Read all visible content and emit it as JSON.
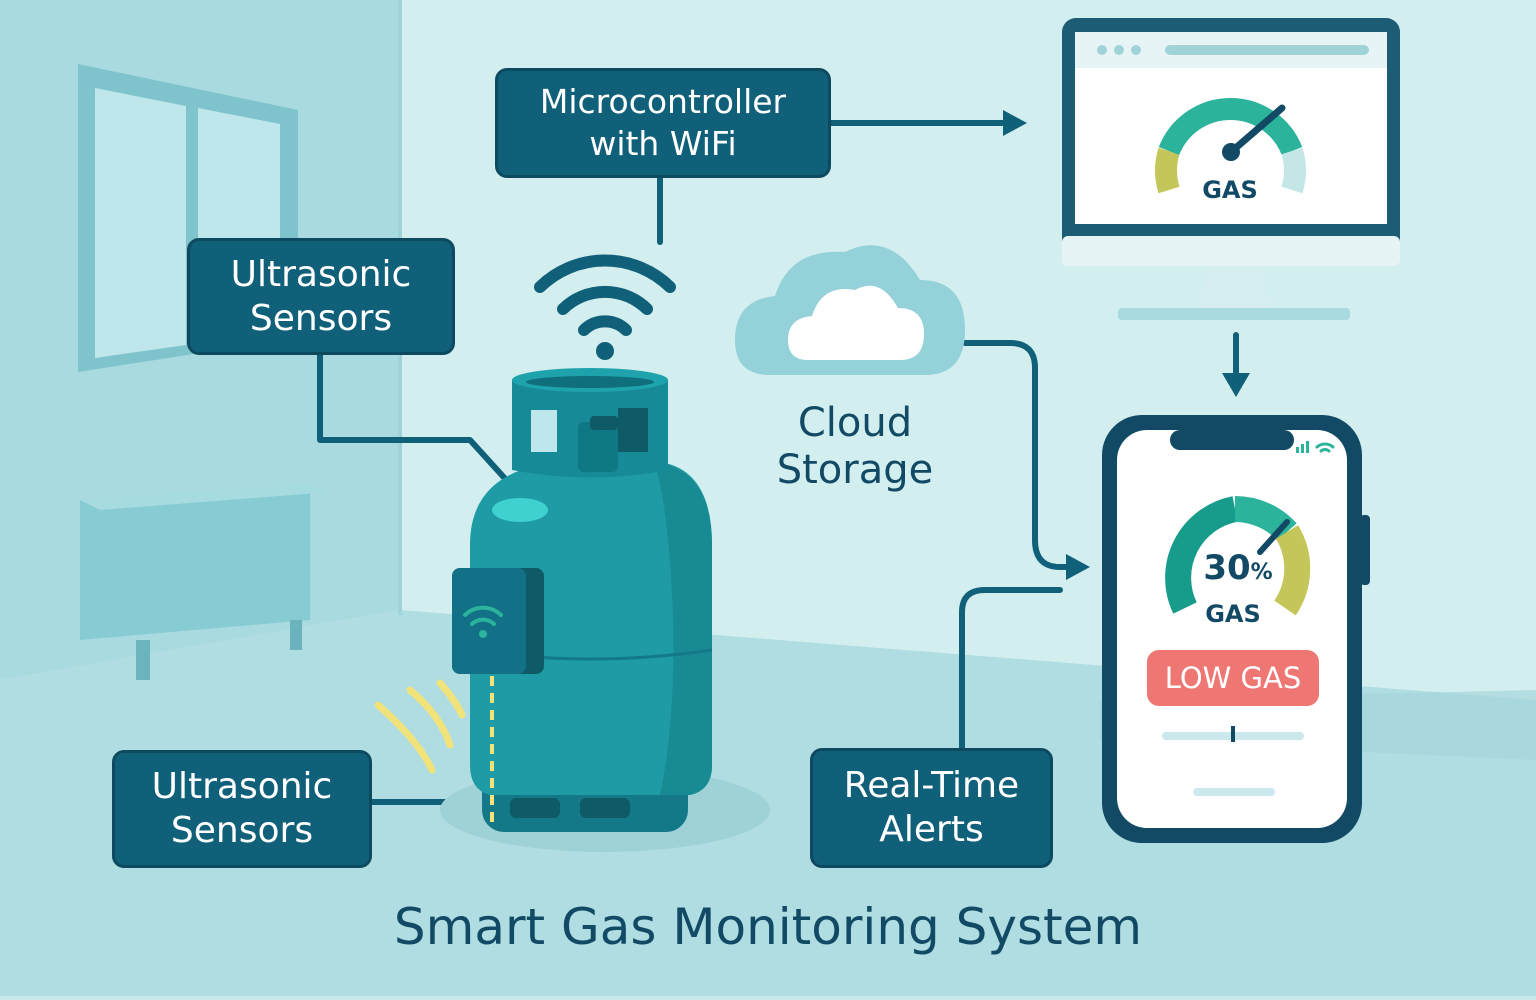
{
  "title": "Smart Gas Monitoring System",
  "labels": {
    "microcontroller": {
      "line1": "Microcontroller",
      "line2": "with WiFi"
    },
    "ultrasonic_top": {
      "line1": "Ultrasonic",
      "line2": "Sensors"
    },
    "ultrasonic_bottom": {
      "line1": "Ultrasonic",
      "line2": "Sensors"
    },
    "cloud": {
      "line1": "Cloud",
      "line2": "Storage"
    },
    "alerts": {
      "line1": "Real-Time",
      "line2": "Alerts"
    }
  },
  "monitor": {
    "gauge_label": "GAS"
  },
  "phone": {
    "gauge_value": "30",
    "gauge_unit": "%",
    "gauge_label": "GAS",
    "alert_text": "LOW GAS",
    "level_fraction": 0.3
  },
  "colors": {
    "background": "#c8e8ea",
    "label_fill": "#11607a",
    "cylinder": "#1e9ba4",
    "gauge_green": "#2bb39b",
    "gauge_yellow": "#c5c65a",
    "alert_red": "#ef7773",
    "title_text": "#124a66"
  },
  "icons": [
    "wifi-icon",
    "cloud-icon",
    "gas-cylinder-icon",
    "monitor-icon",
    "smartphone-icon",
    "gauge-icon",
    "arrow-icon"
  ]
}
